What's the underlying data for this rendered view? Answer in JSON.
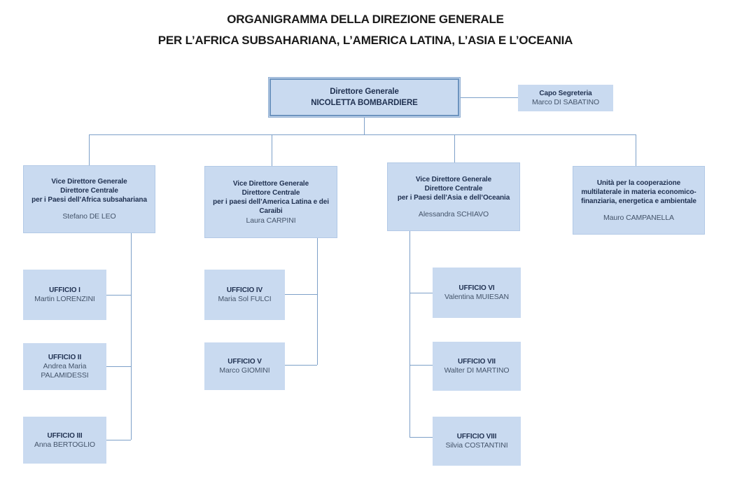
{
  "title": {
    "line1": "ORGANIGRAMMA DELLA DIREZIONE GENERALE",
    "line2": "PER L’AFRICA SUBSAHARIANA, L’AMERICA LATINA, L’ASIA E L’OCEANIA"
  },
  "direttore": {
    "role": "Direttore Generale",
    "name": "NICOLETTA BOMBARDIERE"
  },
  "capo_segreteria": {
    "role": "Capo Segreteria",
    "name": "Marco DI SABATINO"
  },
  "vice_direttori": [
    {
      "role": "Vice Direttore Generale\nDirettore Centrale\nper i Paesi dell’Africa subsahariana",
      "name": "Stefano DE LEO"
    },
    {
      "role": "Vice Direttore Generale\nDirettore Centrale\nper i paesi dell’America Latina e dei\nCaraibi",
      "name": "Laura CARPINI"
    },
    {
      "role": "Vice Direttore Generale\nDirettore Centrale\nper i Paesi dell’Asia e dell’Oceania",
      "name": "Alessandra SCHIAVO"
    },
    {
      "role": "Unità per la cooperazione\nmultilaterale in materia economico-\nfinanziaria, energetica e ambientale",
      "name": "Mauro CAMPANELLA"
    }
  ],
  "uffici": [
    {
      "label": "UFFICIO I",
      "name": "Martin LORENZINI"
    },
    {
      "label": "UFFICIO II",
      "name": "Andrea Maria\nPALAMIDESSI"
    },
    {
      "label": "UFFICIO III",
      "name": "Anna BERTOGLIO"
    },
    {
      "label": "UFFICIO IV",
      "name": "Maria Sol FULCI"
    },
    {
      "label": "UFFICIO V",
      "name": "Marco GIOMINI"
    },
    {
      "label": "UFFICIO VI",
      "name": "Valentina MUIESAN"
    },
    {
      "label": "UFFICIO VII",
      "name": "Walter DI MARTINO"
    },
    {
      "label": "UFFICIO VIII",
      "name": "Silvia COSTANTINI"
    }
  ],
  "colors": {
    "box_fill": "#c9daf0",
    "box_border": "#b2c9e6",
    "top_box_border": "#6d94bf",
    "connector": "#7da0c8",
    "role_text": "#1f3050",
    "name_text": "#44546a"
  }
}
